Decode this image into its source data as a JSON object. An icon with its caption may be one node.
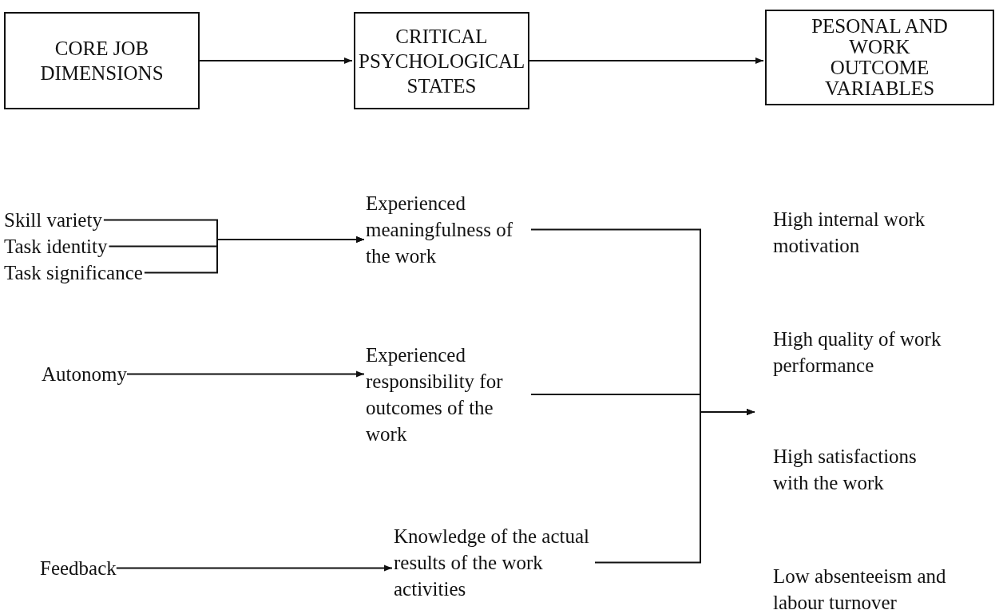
{
  "diagram": {
    "nodes": [
      {
        "text": [
          "CORE JOB DIMENSIONS"
        ]
      },
      {
        "text": [
          "CRITICAL PSYCHOLOGICAL STATES"
        ]
      },
      {
        "text": [
          "PESONAL AND WORK OUTCOME VARIABLES"
        ]
      },
      {
        "text": [
          "Skill variety"
        ]
      },
      {
        "text": [
          "Task identity"
        ]
      },
      {
        "text": [
          "Task significance"
        ]
      },
      {
        "text": [
          "Experienced meaningfulness of the work"
        ]
      },
      {
        "text": [
          "Autonomy"
        ]
      },
      {
        "text": [
          "Experienced responsibility for outcomes of the work"
        ]
      },
      {
        "text": [
          "Feedback"
        ]
      },
      {
        "text": [
          "Knowledge of the actual results of the work activities"
        ]
      }
    ],
    "edges": [
      {
        "from": 0,
        "to": 1,
        "arrow": "to"
      },
      {
        "from": 1,
        "to": 2,
        "arrow": "to"
      },
      {
        "from": 3,
        "to": 6,
        "arrow": "to"
      },
      {
        "from": 4,
        "to": 6,
        "arrow": "to"
      },
      {
        "from": 5,
        "to": 6,
        "arrow": "to"
      },
      {
        "from": 7,
        "to": 8,
        "arrow": "to"
      },
      {
        "from": 9,
        "to": 10,
        "arrow": "to"
      },
      {
        "from": 6,
        "to": null,
        "arrow": "to"
      },
      {
        "from": 8,
        "to": null,
        "arrow": "to"
      },
      {
        "from": 10,
        "to": null,
        "arrow": "to"
      }
    ],
    "labels": [
      "High internal work motivation",
      "High quality of work performance",
      "High satisfactions with the work",
      "Low absenteeism and labour turnover"
    ]
  }
}
